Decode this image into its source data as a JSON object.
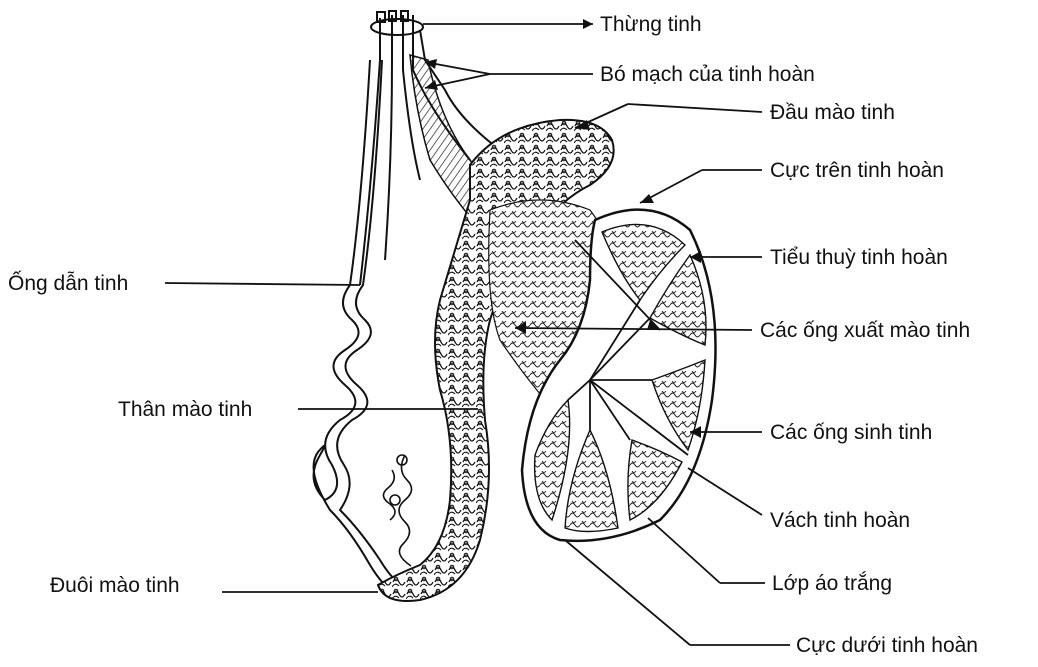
{
  "diagram": {
    "labels": {
      "thung_tinh": "Thừng tinh",
      "bo_mach": "Bó mạch của tinh hoàn",
      "dau_mao_tinh": "Đầu mào tinh",
      "cuc_tren": "Cực trên tinh hoàn",
      "tieu_thuy": "Tiểu thuỳ tinh hoàn",
      "ong_xuat": "Các ống xuất mào tinh",
      "ong_sinh_tinh": "Các ống sinh tinh",
      "vach": "Vách tinh hoàn",
      "lop_ao_trang": "Lớp áo trắng",
      "cuc_duoi": "Cực dưới tinh hoàn",
      "ong_dan_tinh": "Ống dẫn tinh",
      "than_mao_tinh": "Thân mào tinh",
      "duoi_mao_tinh": "Đuôi mào tinh"
    },
    "colors": {
      "ink": "#111111",
      "background": "#ffffff"
    }
  }
}
